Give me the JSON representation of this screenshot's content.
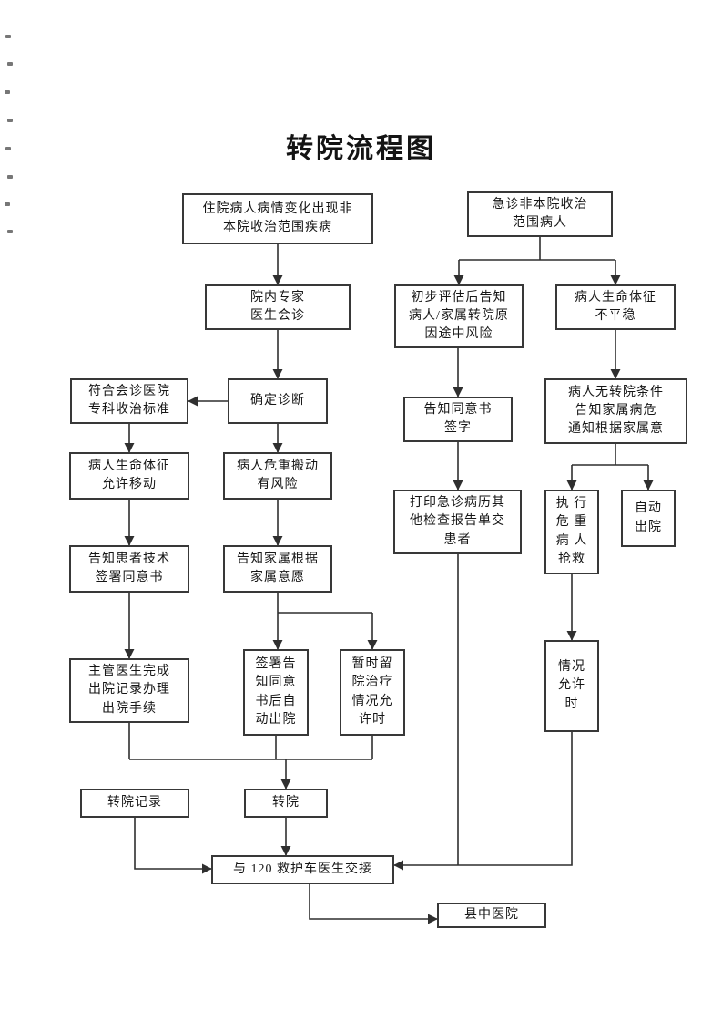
{
  "document": {
    "title": "转院流程图"
  },
  "flowchart": {
    "nodes": {
      "inpatient_change": {
        "label": "住院病人病情变化出现非\n本院收治范围疾病"
      },
      "expert_consult": {
        "label": "院内专家\n医生会诊"
      },
      "confirm_diagnosis": {
        "label": "确定诊断"
      },
      "meet_criteria": {
        "label": "符合会诊医院\n专科收治标准"
      },
      "vitals_allow_move": {
        "label": "病人生命体征\n允许移动"
      },
      "inform_patient_sign": {
        "label": "告知患者技术\n签署同意书"
      },
      "attending_discharge": {
        "label": "主管医生完成\n出院记录办理\n出院手续"
      },
      "critical_move_risk": {
        "label": "病人危重搬动\n有风险"
      },
      "inform_family_wish": {
        "label": "告知家属根据\n家属意愿"
      },
      "sign_auto_discharge": {
        "label": "签署告\n知同意\n书后自\n动出院"
      },
      "temp_stay_treat": {
        "label": "暂时留\n院治疗\n情况允\n许时"
      },
      "transfer_record": {
        "label": "转院记录"
      },
      "transfer": {
        "label": "转院"
      },
      "emergency_patient": {
        "label": "急诊非本院收治\n范围病人"
      },
      "initial_assessment": {
        "label": "初步评估后告知\n病人/家属转院原\n因途中风险"
      },
      "consent_signature": {
        "label": "告知同意书\n签字"
      },
      "print_records": {
        "label": "打印急诊病历其\n他检查报告单交\n患者"
      },
      "vitals_unstable": {
        "label": "病人生命体征\n不平稳"
      },
      "no_transfer_condition": {
        "label": "病人无转院条件\n告知家属病危\n通知根据家属意"
      },
      "critical_rescue": {
        "label": "执 行\n危 重\n病 人\n抢救"
      },
      "auto_discharge": {
        "label": "自动\n出院"
      },
      "condition_permits": {
        "label": "情况\n允许\n时"
      },
      "handover_120": {
        "label": "与 120 救护车医生交接"
      },
      "county_hospital": {
        "label": "县中医院"
      }
    },
    "line_color": "#2f2f2f"
  }
}
